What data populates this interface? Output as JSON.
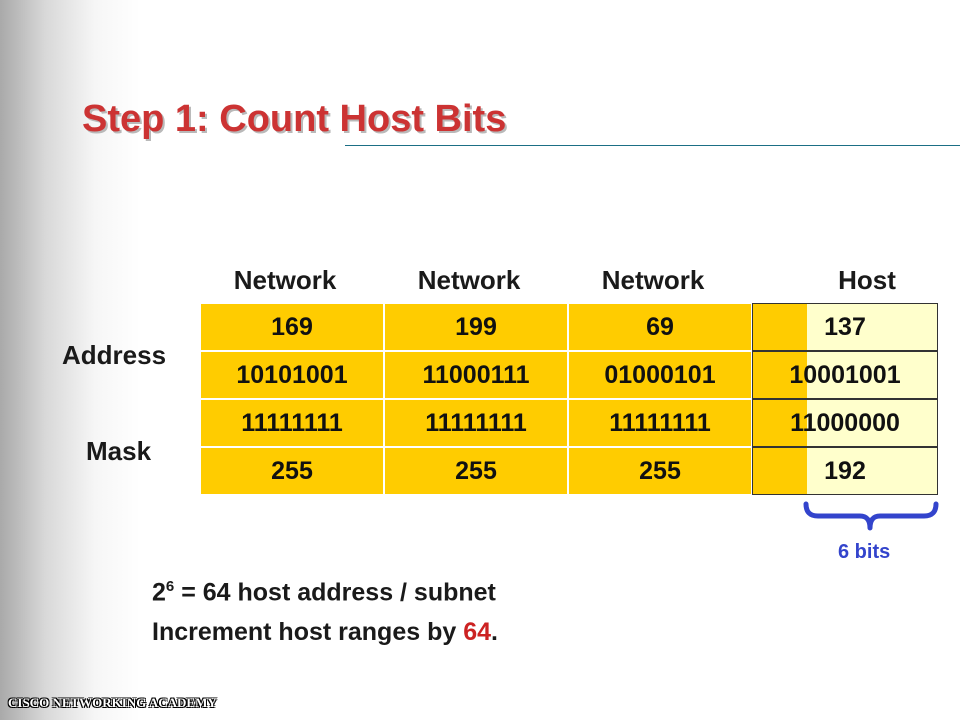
{
  "title": "Step 1: Count Host Bits",
  "column_headers": [
    "Network",
    "Network",
    "Network",
    "Host"
  ],
  "row_labels": {
    "address": "Address",
    "mask": "Mask"
  },
  "rows": {
    "address_decimal": [
      "169",
      "199",
      "69",
      "137"
    ],
    "address_binary": [
      "10101001",
      "11000111",
      "01000101",
      "10001001"
    ],
    "mask_binary": [
      "11111111",
      "11111111",
      "11111111",
      "11000000"
    ],
    "mask_decimal": [
      "255",
      "255",
      "255",
      "192"
    ]
  },
  "brace_label": "6 bits",
  "notes": {
    "line1_base": "2",
    "line1_exponent": "6",
    "line1_rest": " = 64 host address / subnet",
    "line2_text": "Increment host ranges by ",
    "line2_value": "64",
    "line2_end": "."
  },
  "footer": "CISCO NETWORKING ACADEMY",
  "colors": {
    "title": "#cc3333",
    "cell_fill": "#ffcc00",
    "host_bits_fill": "#ffffcc",
    "brace": "#3344cc",
    "highlight": "#cc2222"
  }
}
